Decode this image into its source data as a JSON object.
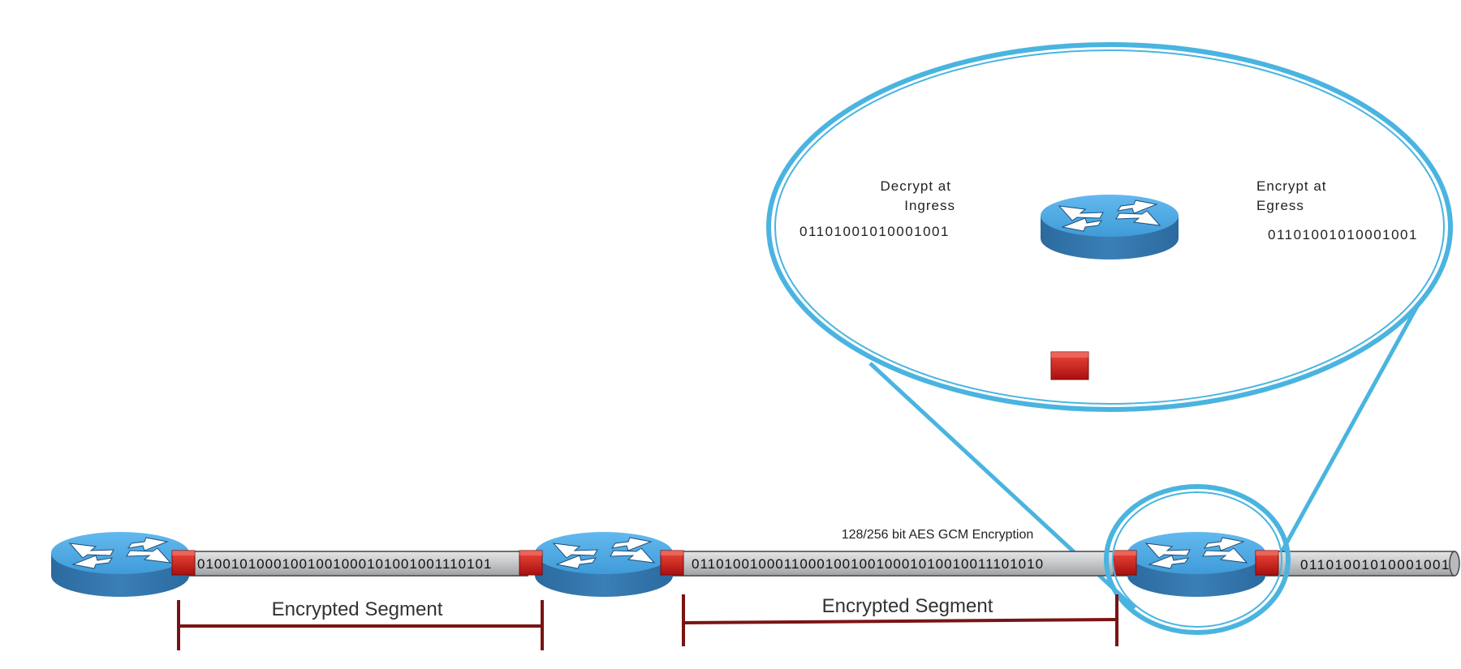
{
  "colors": {
    "router_top": "#4aa8e6",
    "router_side": "#2f6fa6",
    "port_red": "#d62020",
    "pipe_fill": "#c9cbcd",
    "magnifier": "#4ab4e0",
    "bracket": "#7a1414",
    "text": "#222222"
  },
  "links": {
    "bits_1": "01001010001001001000101001001110101",
    "bits_2": "011010010001100010010010001010010011101010",
    "bits_out": "01101001010001001",
    "encryption_label": "128/256 bit AES GCM Encryption"
  },
  "segments": {
    "left_label": "Encrypted Segment",
    "right_label": "Encrypted Segment"
  },
  "zoom": {
    "decrypt_line1": "Decrypt at",
    "decrypt_line2": "Ingress",
    "encrypt_line1": "Encrypt at",
    "encrypt_line2": "Egress",
    "bits_left": "01101001010001001",
    "bits_right": "01101001010001001"
  }
}
